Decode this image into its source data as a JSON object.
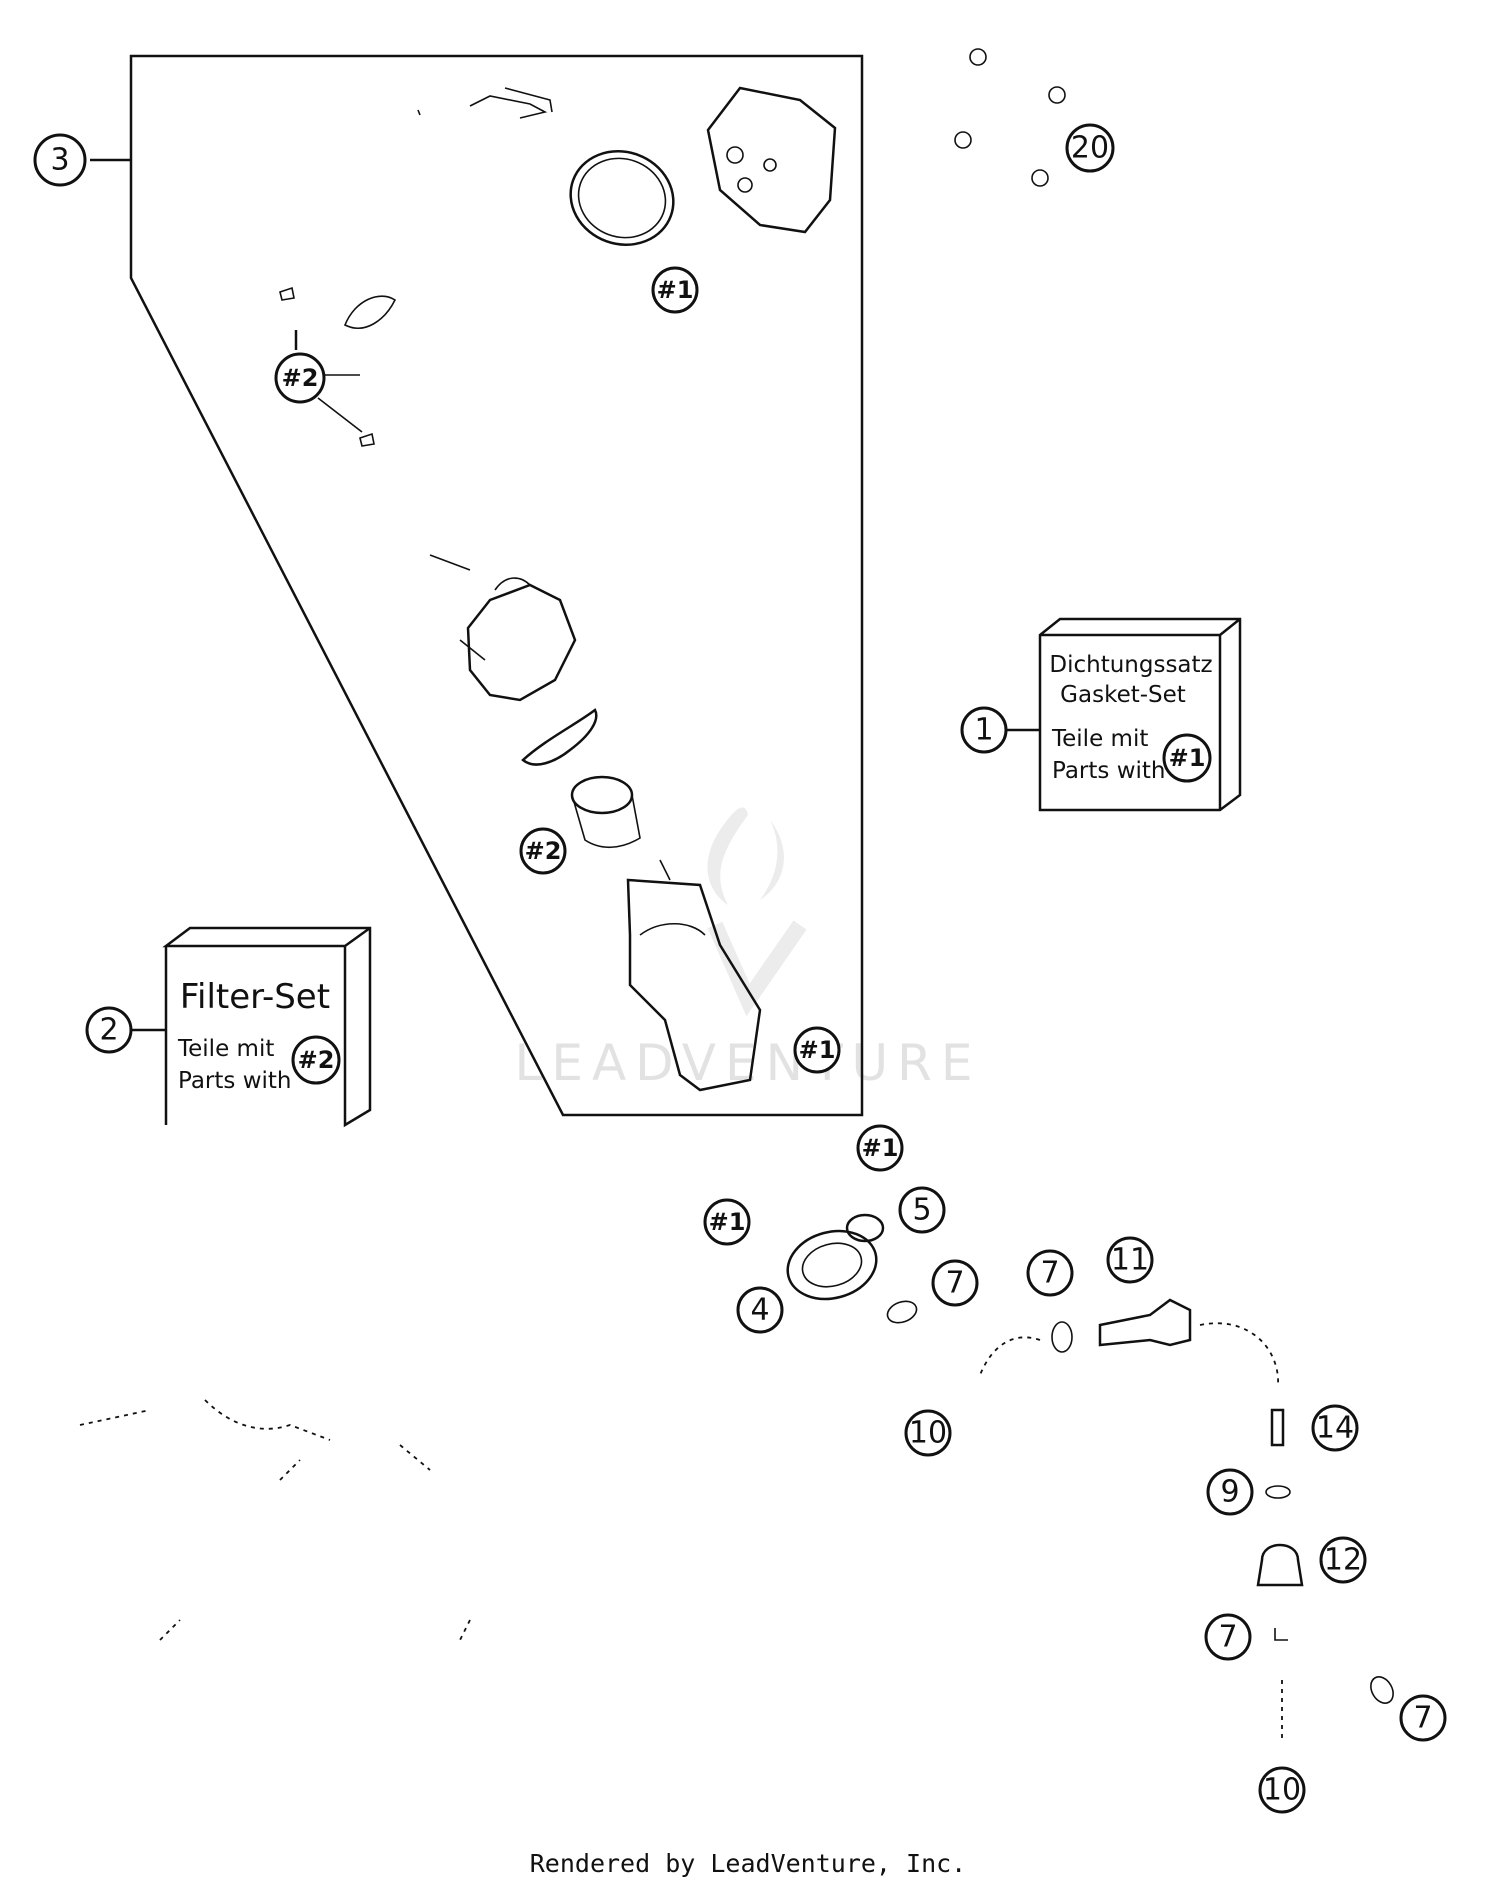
{
  "kits": {
    "gasket_set": {
      "callout": "1",
      "line1": "Dichtungssatz",
      "line2": "Gasket-Set",
      "line3": "Teile mit",
      "line4": "Parts with",
      "ref": "#1"
    },
    "filter_set": {
      "callout": "2",
      "title": "Filter-Set",
      "line3": "Teile mit",
      "line4": "Parts with",
      "ref": "#2"
    }
  },
  "assembly": {
    "callout": "3"
  },
  "callouts": {
    "c4": "4",
    "c5": "5",
    "c7a": "7",
    "c7b": "7",
    "c7c": "7",
    "c7d": "7",
    "c9": "9",
    "c10a": "10",
    "c10b": "10",
    "c11": "11",
    "c12": "12",
    "c14": "14",
    "c20": "20"
  },
  "refs": {
    "r1a": "#1",
    "r1b": "#1",
    "r1c": "#1",
    "r1d": "#1",
    "r2a": "#2",
    "r2b": "#2"
  },
  "watermark": "LEADVENTURE",
  "footer": "Rendered by LeadVenture, Inc."
}
